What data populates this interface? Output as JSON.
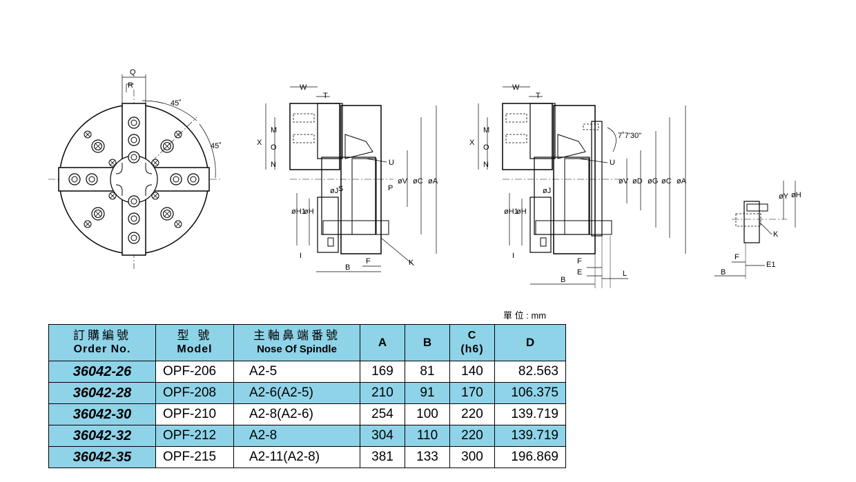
{
  "unit_label": "單 位 : mm",
  "table": {
    "headers": {
      "order_zh": "訂購編號",
      "order_en": "Order No.",
      "model_zh": "型  號",
      "model_en": "Model",
      "nose_zh": "主軸鼻端番號",
      "nose_en": "Nose Of Spindle",
      "a": "A",
      "b": "B",
      "c": "C",
      "c_sub": "(h6)",
      "d": "D"
    },
    "rows": [
      {
        "order": "36042-26",
        "model": "OPF-206",
        "nose": "A2-5",
        "a": "169",
        "b": "81",
        "c": "140",
        "d": "82.563"
      },
      {
        "order": "36042-28",
        "model": "OPF-208",
        "nose": "A2-6(A2-5)",
        "a": "210",
        "b": "91",
        "c": "170",
        "d": "106.375"
      },
      {
        "order": "36042-30",
        "model": "OPF-210",
        "nose": "A2-8(A2-6)",
        "a": "254",
        "b": "100",
        "c": "220",
        "d": "139.719"
      },
      {
        "order": "36042-32",
        "model": "OPF-212",
        "nose": "A2-8",
        "a": "304",
        "b": "110",
        "c": "220",
        "d": "139.719"
      },
      {
        "order": "36042-35",
        "model": "OPF-215",
        "nose": "A2-11(A2-8)",
        "a": "381",
        "b": "133",
        "c": "300",
        "d": "196.869"
      }
    ]
  },
  "labels": {
    "front": {
      "q": "Q",
      "r": "R",
      "ang1": "45˚",
      "ang2": "45˚"
    },
    "side1": {
      "w": "W",
      "t": "T",
      "x": "X",
      "m": "M",
      "o": "O",
      "n": "N",
      "u": "U",
      "j": "øJ",
      "s": "S",
      "p": "P",
      "v": "øV",
      "c": "øC",
      "a": "øA",
      "h1": "øH1",
      "h": "øH",
      "i": "I",
      "b": "B",
      "f": "F",
      "k": "K"
    },
    "side2": {
      "w": "W",
      "t": "T",
      "x": "X",
      "m": "M",
      "o": "O",
      "n": "N",
      "ang": "7˚7'30\"",
      "u": "U",
      "j": "øJ",
      "v": "øV",
      "d": "øD",
      "g": "øG",
      "c": "øC",
      "a": "øA",
      "h1": "øH1",
      "h": "øH",
      "i": "I",
      "f": "F",
      "e": "E",
      "b": "B",
      "l": "L"
    },
    "detail": {
      "y": "øY",
      "h": "øH",
      "k": "K",
      "f": "F",
      "e1": "E1",
      "b": "B"
    }
  }
}
